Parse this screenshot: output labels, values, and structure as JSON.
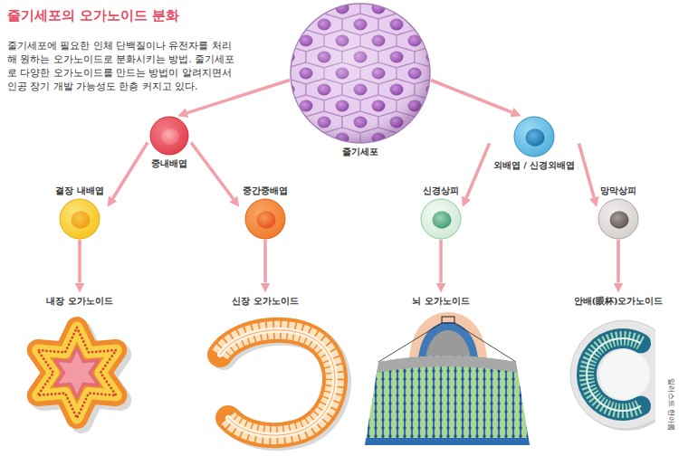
{
  "diagram": {
    "title": "줄기세포의 오가노이드 분화",
    "caption": "줄기세포에 필요한 인체 단백질이나 유전자를 처리해 원하는 오가노이드로 분화시키는 방법. 줄기세포로 다양한 오가노이드를 만드는 방법이 알려지면서 인공 장기 개발 가능성도 한층 커지고 있다.",
    "nodes": [
      {
        "text": [
          "줄기세포"
        ]
      },
      {
        "text": [
          "중내배엽"
        ]
      },
      {
        "text": [
          "외배엽 / 신경외배엽"
        ]
      },
      {
        "text": [
          "결장 내배엽"
        ]
      },
      {
        "text": [
          "중간중배엽"
        ]
      },
      {
        "text": [
          "신경상피"
        ]
      },
      {
        "text": [
          "망막상피"
        ]
      },
      {
        "text": [
          "내장 오가노이드"
        ]
      },
      {
        "text": [
          "신장 오가노이드"
        ]
      },
      {
        "text": [
          "뇌 오가노이드"
        ]
      },
      {
        "text": [
          "안배(眼杯)오가노이드"
        ]
      }
    ],
    "edges": [
      {
        "from": 0,
        "to": 1,
        "arrow": "to"
      },
      {
        "from": 0,
        "to": 2,
        "arrow": "to"
      },
      {
        "from": 1,
        "to": 3,
        "arrow": "to"
      },
      {
        "from": 1,
        "to": 4,
        "arrow": "to"
      },
      {
        "from": 2,
        "to": 5,
        "arrow": "to"
      },
      {
        "from": 2,
        "to": 6,
        "arrow": "to"
      },
      {
        "from": 3,
        "to": 7,
        "arrow": "to"
      },
      {
        "from": 4,
        "to": 8,
        "arrow": "to"
      },
      {
        "from": 5,
        "to": 9,
        "arrow": "to"
      },
      {
        "from": 6,
        "to": 10,
        "arrow": "to"
      }
    ],
    "labels": [
      "일러스트 한아름"
    ]
  }
}
